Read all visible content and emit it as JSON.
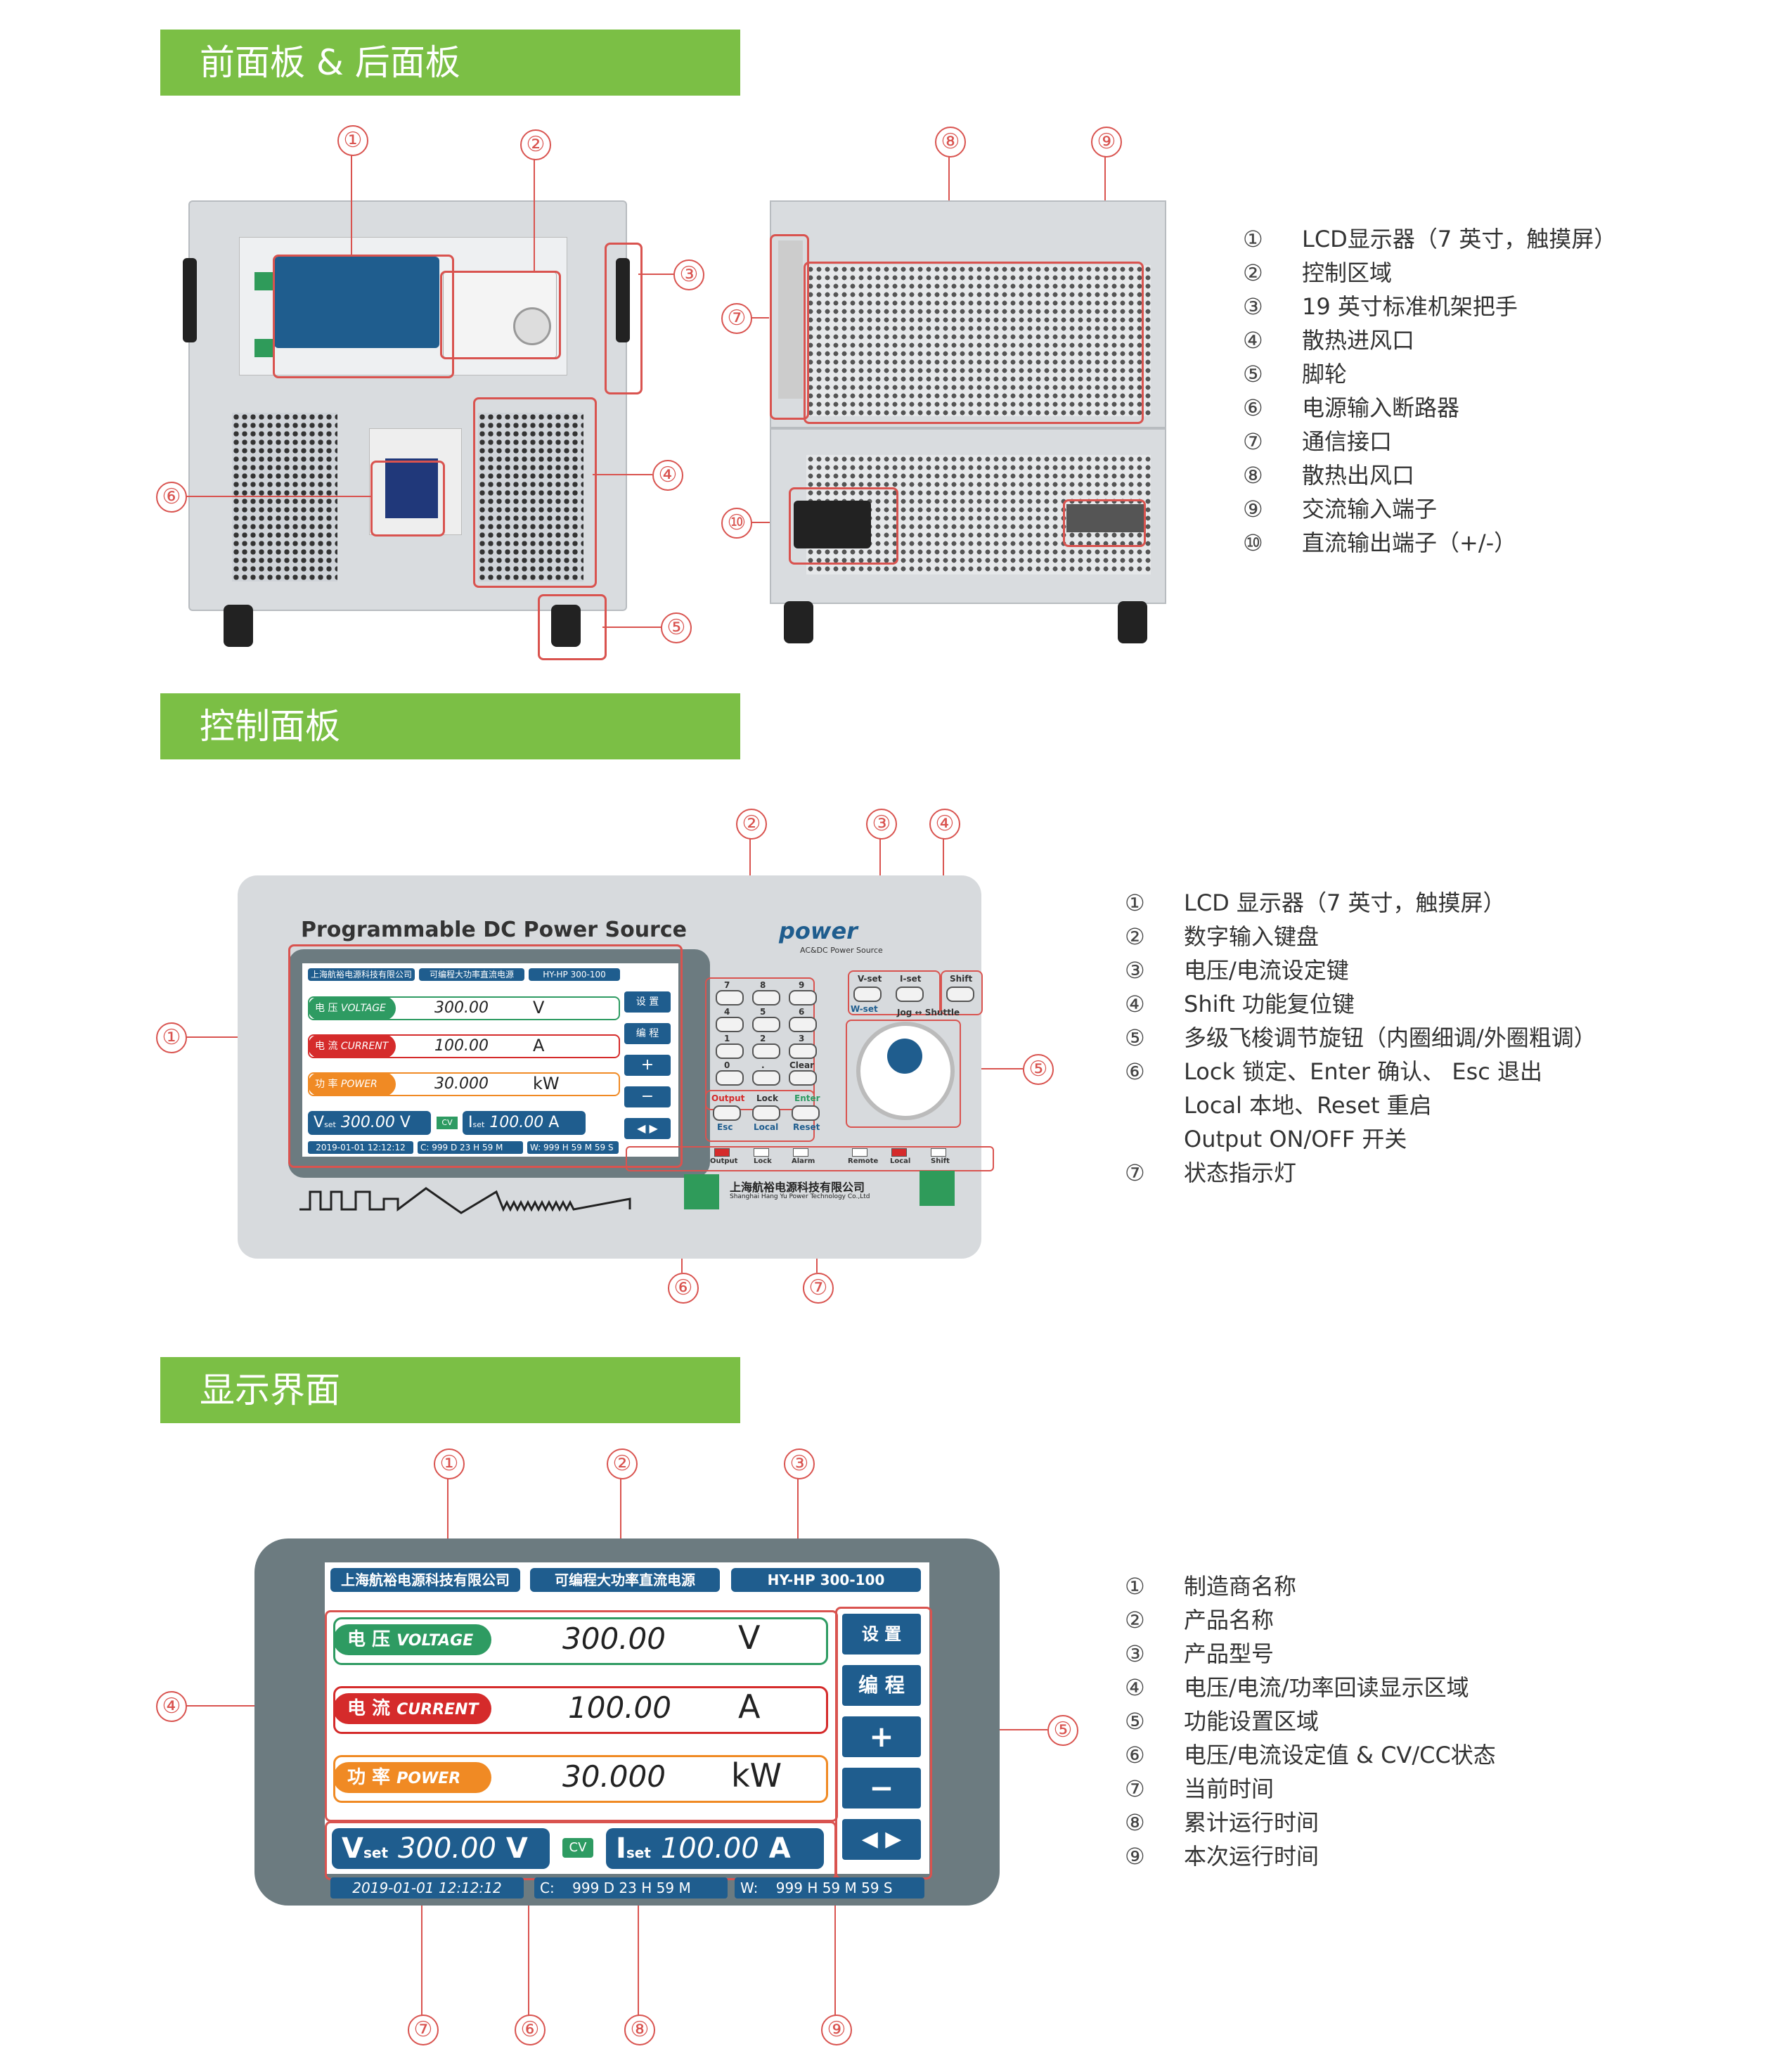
{
  "sections": {
    "panels": "前面板 & 后面板",
    "control": "控制面板",
    "display": "显示界面"
  },
  "callout_nums": [
    "①",
    "②",
    "③",
    "④",
    "⑤",
    "⑥",
    "⑦",
    "⑧",
    "⑨",
    "⑩"
  ],
  "legend1": [
    {
      "n": "①",
      "t": "LCD显示器（7 英寸，触摸屏）"
    },
    {
      "n": "②",
      "t": "控制区域"
    },
    {
      "n": "③",
      "t": "19 英寸标准机架把手"
    },
    {
      "n": "④",
      "t": "散热进风口"
    },
    {
      "n": "⑤",
      "t": "脚轮"
    },
    {
      "n": "⑥",
      "t": "电源输入断路器"
    },
    {
      "n": "⑦",
      "t": "通信接口"
    },
    {
      "n": "⑧",
      "t": "散热出风口"
    },
    {
      "n": "⑨",
      "t": "交流输入端子"
    },
    {
      "n": "⑩",
      "t": "直流输出端子（+/-）"
    }
  ],
  "legend2": [
    {
      "n": "①",
      "t": "LCD 显示器（7 英寸，触摸屏）"
    },
    {
      "n": "②",
      "t": "数字输入键盘"
    },
    {
      "n": "③",
      "t": "电压/电流设定键"
    },
    {
      "n": "④",
      "t": "Shift 功能复位键"
    },
    {
      "n": "⑤",
      "t": "多级飞梭调节旋钮（内圈细调/外圈粗调）"
    },
    {
      "n": "⑥",
      "t": "Lock 锁定、Enter 确认、 Esc 退出"
    },
    {
      "n": "",
      "t": "Local 本地、Reset 重启"
    },
    {
      "n": "",
      "t": "Output ON/OFF 开关"
    },
    {
      "n": "⑦",
      "t": "状态指示灯"
    }
  ],
  "legend3": [
    {
      "n": "①",
      "t": "制造商名称"
    },
    {
      "n": "②",
      "t": "产品名称"
    },
    {
      "n": "③",
      "t": "产品型号"
    },
    {
      "n": "④",
      "t": "电压/电流/功率回读显示区域"
    },
    {
      "n": "⑤",
      "t": "功能设置区域"
    },
    {
      "n": "⑥",
      "t": "电压/电流设定值 & CV/CC状态"
    },
    {
      "n": "⑦",
      "t": "当前时间"
    },
    {
      "n": "⑧",
      "t": "累计运行时间"
    },
    {
      "n": "⑨",
      "t": "本次运行时间"
    }
  ],
  "panel": {
    "title": "Programmable DC Power Source",
    "brand": "power",
    "brand_sub": "AC&DC Power Source",
    "company_cn": "上海航裕电源科技有限公司",
    "company_en": "Shanghai Hang Yu Power Technology Co.,Ltd",
    "keys": [
      "7",
      "8",
      "9",
      "4",
      "5",
      "6",
      "1",
      "2",
      "3",
      "0",
      ".",
      "Clear"
    ],
    "vset": "V-set",
    "iset": "I-set",
    "wset": "W-set",
    "shift": "Shift",
    "jog": "Jog",
    "shuttle": "Shuttle",
    "btn_top": [
      "Output",
      "Lock",
      "Enter"
    ],
    "btn_bot": [
      "Esc",
      "Local",
      "Reset"
    ],
    "leds": [
      "Output",
      "Lock",
      "Alarm",
      "Remote",
      "Local",
      "Shift"
    ]
  },
  "lcd": {
    "company": "上海航裕电源科技有限公司",
    "product": "可编程大功率直流电源",
    "model": "HY-HP 300-100",
    "voltage_label_cn": "电 压",
    "voltage_label_en": "VOLTAGE",
    "voltage_value": "300.00",
    "voltage_unit": "V",
    "current_label_cn": "电 流",
    "current_label_en": "CURRENT",
    "current_value": "100.00",
    "current_unit": "A",
    "power_label_cn": "功 率",
    "power_label_en": "POWER",
    "power_value": "30.000",
    "power_unit": "kW",
    "btn_setup": "设 置",
    "btn_program": "编 程",
    "btn_plus": "+",
    "btn_minus": "−",
    "btn_arrows": "◀  ▶",
    "vset_label": "V",
    "vset_sub": "set",
    "vset_value": "300.00",
    "vset_unit": "V",
    "cv": "CV",
    "iset_label": "I",
    "iset_sub": "set",
    "iset_value": "100.00",
    "iset_unit": "A",
    "datetime": "2019-01-01  12:12:12",
    "cum_label": "C:",
    "cum_value": "999 D 23 H 59 M",
    "run_label": "W:",
    "run_value": "999 H 59 M  59 S"
  },
  "colors": {
    "green": "#7bbf45",
    "red": "#d9534f",
    "voltage": "#2e9b62",
    "current": "#d52b2b",
    "power": "#f08a24",
    "lcd_blue": "#1f5d8e",
    "bezel": "#6c7b80"
  }
}
